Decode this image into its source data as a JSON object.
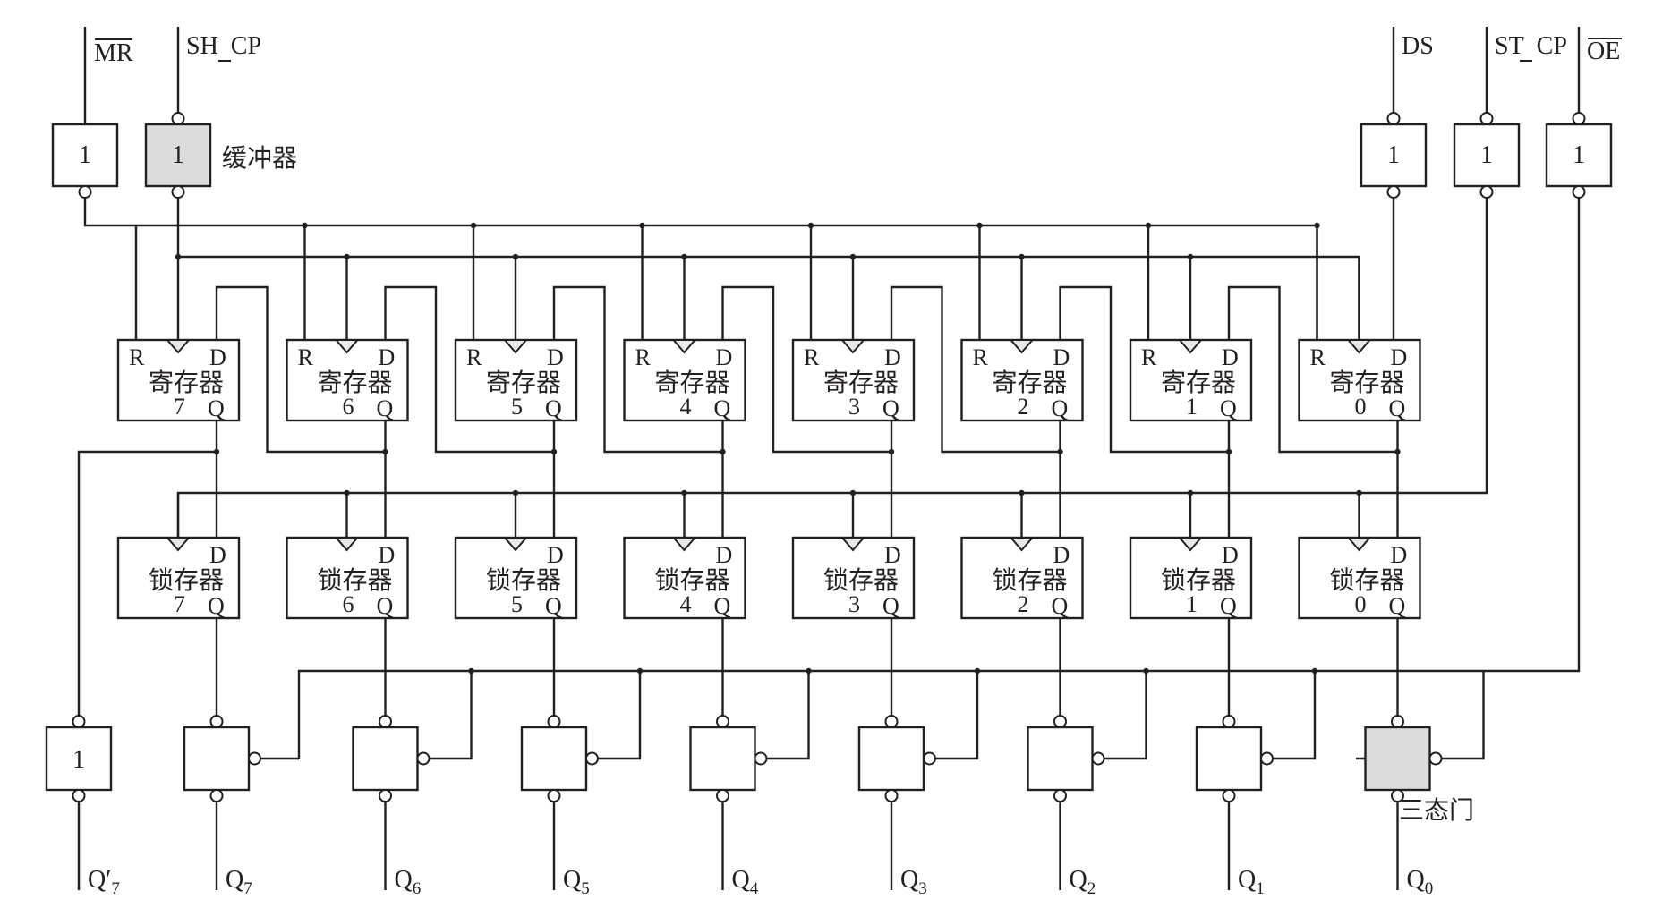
{
  "title": "74HC595 8-bit shift register internal logic diagram",
  "inputs": [
    {
      "id": "mr",
      "label": "MR",
      "overline": true
    },
    {
      "id": "shcp",
      "label_parts": [
        "SH",
        "CP"
      ],
      "underscore": true
    },
    {
      "id": "ds",
      "label": "DS"
    },
    {
      "id": "stcp",
      "label_parts": [
        "ST",
        "CP"
      ],
      "underscore": true
    },
    {
      "id": "oe",
      "label": "OE",
      "overline": true
    }
  ],
  "buffer_gate_symbol": "1",
  "buffer_caption": "缓冲器",
  "register": {
    "name": "寄存器",
    "pins": {
      "reset": "R",
      "data": "D",
      "output": "Q"
    },
    "indices": [
      "7",
      "6",
      "5",
      "4",
      "3",
      "2",
      "1",
      "0"
    ]
  },
  "latch": {
    "name": "锁存器",
    "pins": {
      "data": "D",
      "output": "Q"
    },
    "indices": [
      "7",
      "6",
      "5",
      "4",
      "3",
      "2",
      "1",
      "0"
    ]
  },
  "tristate_caption": "三态门",
  "serial_out_gate_symbol": "1",
  "outputs": [
    {
      "label": "Q",
      "sub": "7",
      "prime": true
    },
    {
      "label": "Q",
      "sub": "7"
    },
    {
      "label": "Q",
      "sub": "6"
    },
    {
      "label": "Q",
      "sub": "5"
    },
    {
      "label": "Q",
      "sub": "4"
    },
    {
      "label": "Q",
      "sub": "3"
    },
    {
      "label": "Q",
      "sub": "2"
    },
    {
      "label": "Q",
      "sub": "1"
    },
    {
      "label": "Q",
      "sub": "0"
    }
  ],
  "colors": {
    "line": "#231f20",
    "shaded_fill": "#dcdcdc",
    "background": "#ffffff"
  }
}
